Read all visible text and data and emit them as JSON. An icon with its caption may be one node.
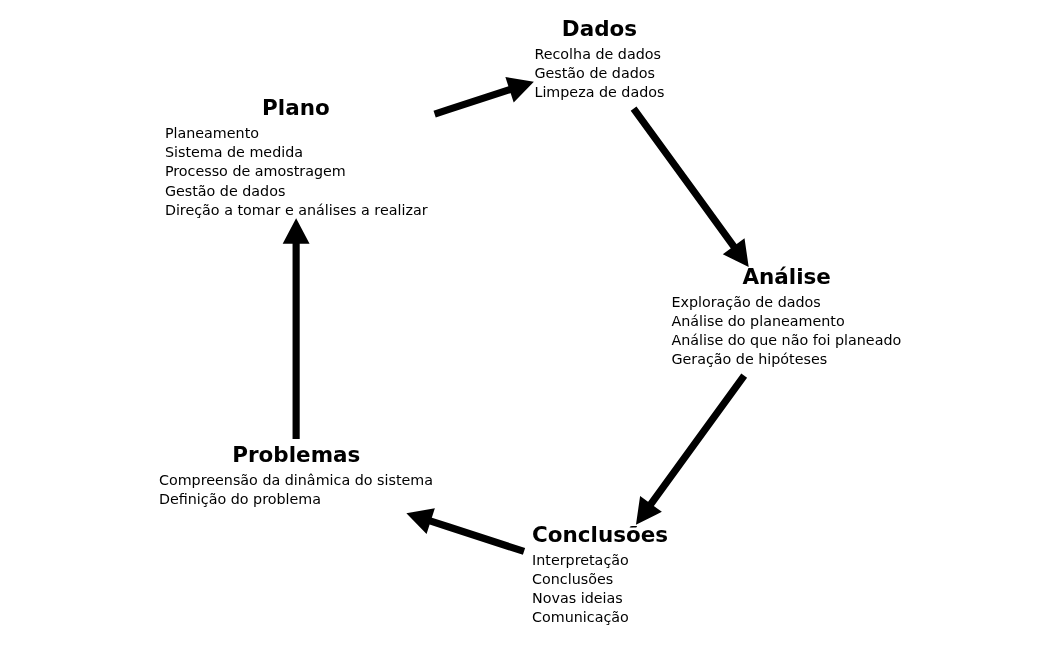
{
  "diagram": {
    "nodes": [
      {
        "text": [
          "Conclusões"
        ],
        "beside": [
          "Interpretação",
          "Conclusões",
          "Novas ideias",
          "Comunicação"
        ]
      },
      {
        "text": [
          "Problemas"
        ],
        "beside": [
          "Compreensão da dinâmica do sistema",
          "Definição do problema"
        ]
      },
      {
        "text": [
          "Análise"
        ],
        "beside": [
          "Exploração de dados",
          "Análise do planeamento",
          "Análise do que não foi planeado",
          "Geração de hipóteses"
        ]
      },
      {
        "text": [
          "Plano"
        ],
        "beside": [
          "Planeamento",
          "Sistema de medida",
          "Processo de amostragem",
          "Gestão de dados",
          "Direção a tomar e análises a realizar"
        ]
      },
      {
        "text": [
          "Dados"
        ],
        "beside": [
          "Recolha de dados",
          "Gestão de dados",
          "Limpeza de dados"
        ]
      }
    ],
    "edges": [
      {
        "from": 0,
        "to": 1,
        "arrow": "to"
      },
      {
        "from": 1,
        "to": 3,
        "arrow": "to"
      },
      {
        "from": 3,
        "to": 4,
        "arrow": "to"
      },
      {
        "from": 4,
        "to": 2,
        "arrow": "to"
      },
      {
        "from": 2,
        "to": 0,
        "arrow": "to"
      }
    ]
  }
}
